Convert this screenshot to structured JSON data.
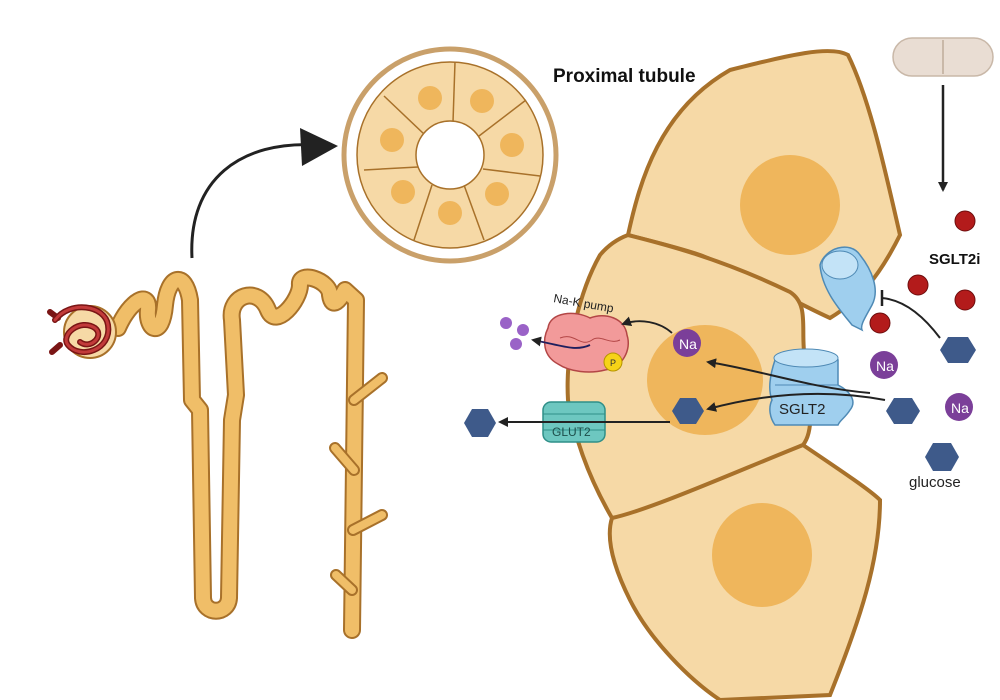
{
  "labels": {
    "proximal_tubule": "Proximal tubule",
    "na_k_pump": "Na-K pump",
    "p_badge": "P",
    "na": "Na",
    "sglt2": "SGLT2",
    "glut2": "GLUT2",
    "sglt2i": "SGLT2i",
    "glucose": "glucose"
  },
  "icons": [
    "pill-icon",
    "nephron-icon",
    "glomerulus-icon",
    "tubule-cross-section-icon",
    "glucose-hexagon-icon",
    "sodium-ion-icon",
    "inhibitor-molecule-icon"
  ],
  "colors": {
    "cell_fill": "#f6d9a6",
    "cell_stroke": "#a8712a",
    "nucleus": "#efb65c",
    "tubule": "#f0be68",
    "sglt2": "#9fcfee",
    "glut2": "#6dc7c0",
    "pump": "#f29a9a",
    "sodium": "#7b3f99",
    "glucose": "#3e5a8a",
    "inhibitor": "#b31b1b"
  }
}
